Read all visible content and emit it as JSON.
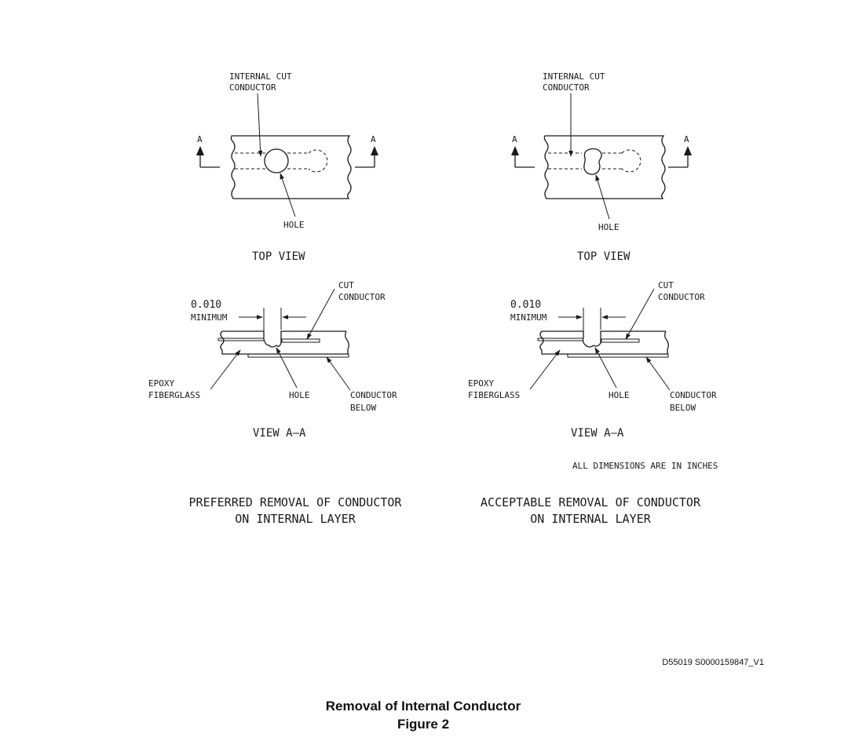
{
  "left_panel": {
    "label_internal_cut_l1": "INTERNAL CUT",
    "label_internal_cut_l2": "CONDUCTOR",
    "section_a_left": "A",
    "section_a_right": "A",
    "label_hole_top": "HOLE",
    "top_view_title": "TOP VIEW",
    "dim_value": "0.010",
    "dim_minimum": "MINIMUM",
    "label_cut_l1": "CUT",
    "label_cut_l2": "CONDUCTOR",
    "label_epoxy_l1": "EPOXY",
    "label_epoxy_l2": "FIBERGLASS",
    "label_hole_section": "HOLE",
    "label_cond_below_l1": "CONDUCTOR",
    "label_cond_below_l2": "BELOW",
    "section_view_title": "VIEW A–A",
    "caption_l1": "PREFERRED REMOVAL OF CONDUCTOR",
    "caption_l2": "ON INTERNAL LAYER"
  },
  "right_panel": {
    "label_internal_cut_l1": "INTERNAL CUT",
    "label_internal_cut_l2": "CONDUCTOR",
    "section_a_left": "A",
    "section_a_right": "A",
    "label_hole_top": "HOLE",
    "top_view_title": "TOP VIEW",
    "dim_value": "0.010",
    "dim_minimum": "MINIMUM",
    "label_cut_l1": "CUT",
    "label_cut_l2": "CONDUCTOR",
    "label_epoxy_l1": "EPOXY",
    "label_epoxy_l2": "FIBERGLASS",
    "label_hole_section": "HOLE",
    "label_cond_below_l1": "CONDUCTOR",
    "label_cond_below_l2": "BELOW",
    "section_view_title": "VIEW A–A",
    "caption_l1": "ACCEPTABLE REMOVAL OF CONDUCTOR",
    "caption_l2": "ON INTERNAL LAYER"
  },
  "dimensions_note": "ALL DIMENSIONS ARE IN INCHES",
  "drawing_id": "D55019 S0000159847_V1",
  "figure_title": "Removal of Internal Conductor",
  "figure_number": "Figure 2"
}
